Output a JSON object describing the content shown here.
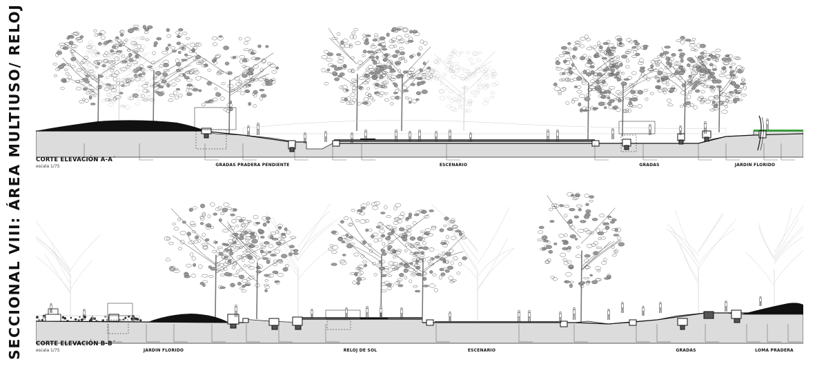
{
  "title": "SECCIONAL VIII: ÁREA MULTIUSO/ RELOJ DE SOL",
  "section_a": {
    "title": "CORTE ELEVACIÓN A-A´",
    "scale": "escala 1/75",
    "zones": [
      "GRADAS PRADERA PENDIENTE",
      "ESCENARIO",
      "GRADAS",
      "JARDIN FLORIDO"
    ]
  },
  "section_b": {
    "title": "CORTE ELEVACIÓN B-B´",
    "scale": "escala 1/75",
    "zones": [
      "JARDIN FLORIDO",
      "RELOJ DE SOL",
      "ESCENARIO",
      "GRADAS",
      "LOMA PRADERA"
    ]
  },
  "colors": {
    "ink": "#111111",
    "ground": "#d9d9d9",
    "ground_dark": "#9a9a9a",
    "tree_light": "#c8c8c8",
    "tree_dark": "#555555",
    "grass": "#3a9a3a"
  }
}
